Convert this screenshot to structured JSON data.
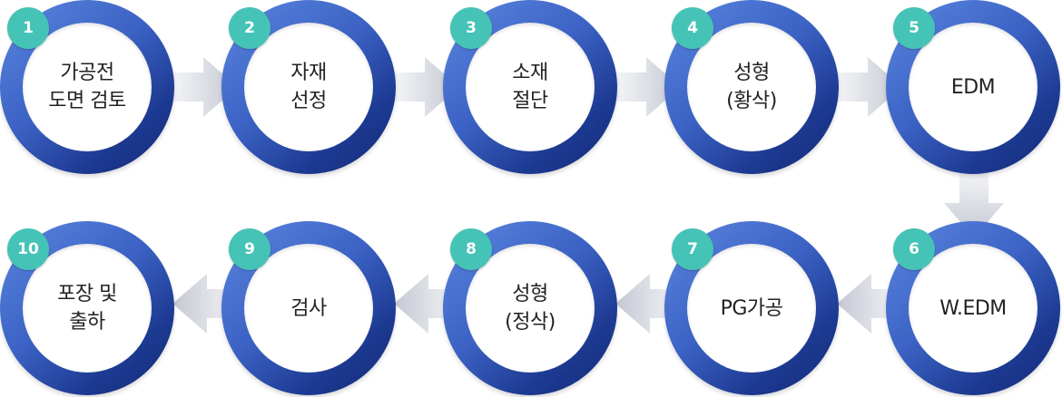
{
  "steps": [
    {
      "number": "1",
      "lines": [
        "가공전",
        "도면 검토"
      ]
    },
    {
      "number": "2",
      "lines": [
        "자재",
        "선정"
      ]
    },
    {
      "number": "3",
      "lines": [
        "소재",
        "절단"
      ]
    },
    {
      "number": "4",
      "lines": [
        "성형",
        "(황삭)"
      ]
    },
    {
      "number": "5",
      "lines": [
        "EDM"
      ]
    },
    {
      "number": "6",
      "lines": [
        "W.EDM"
      ]
    },
    {
      "number": "7",
      "lines": [
        "PG가공"
      ]
    },
    {
      "number": "8",
      "lines": [
        "성형",
        "(정삭)"
      ]
    },
    {
      "number": "9",
      "lines": [
        "검사"
      ]
    },
    {
      "number": "10",
      "lines": [
        "포장 및",
        "출하"
      ]
    }
  ]
}
